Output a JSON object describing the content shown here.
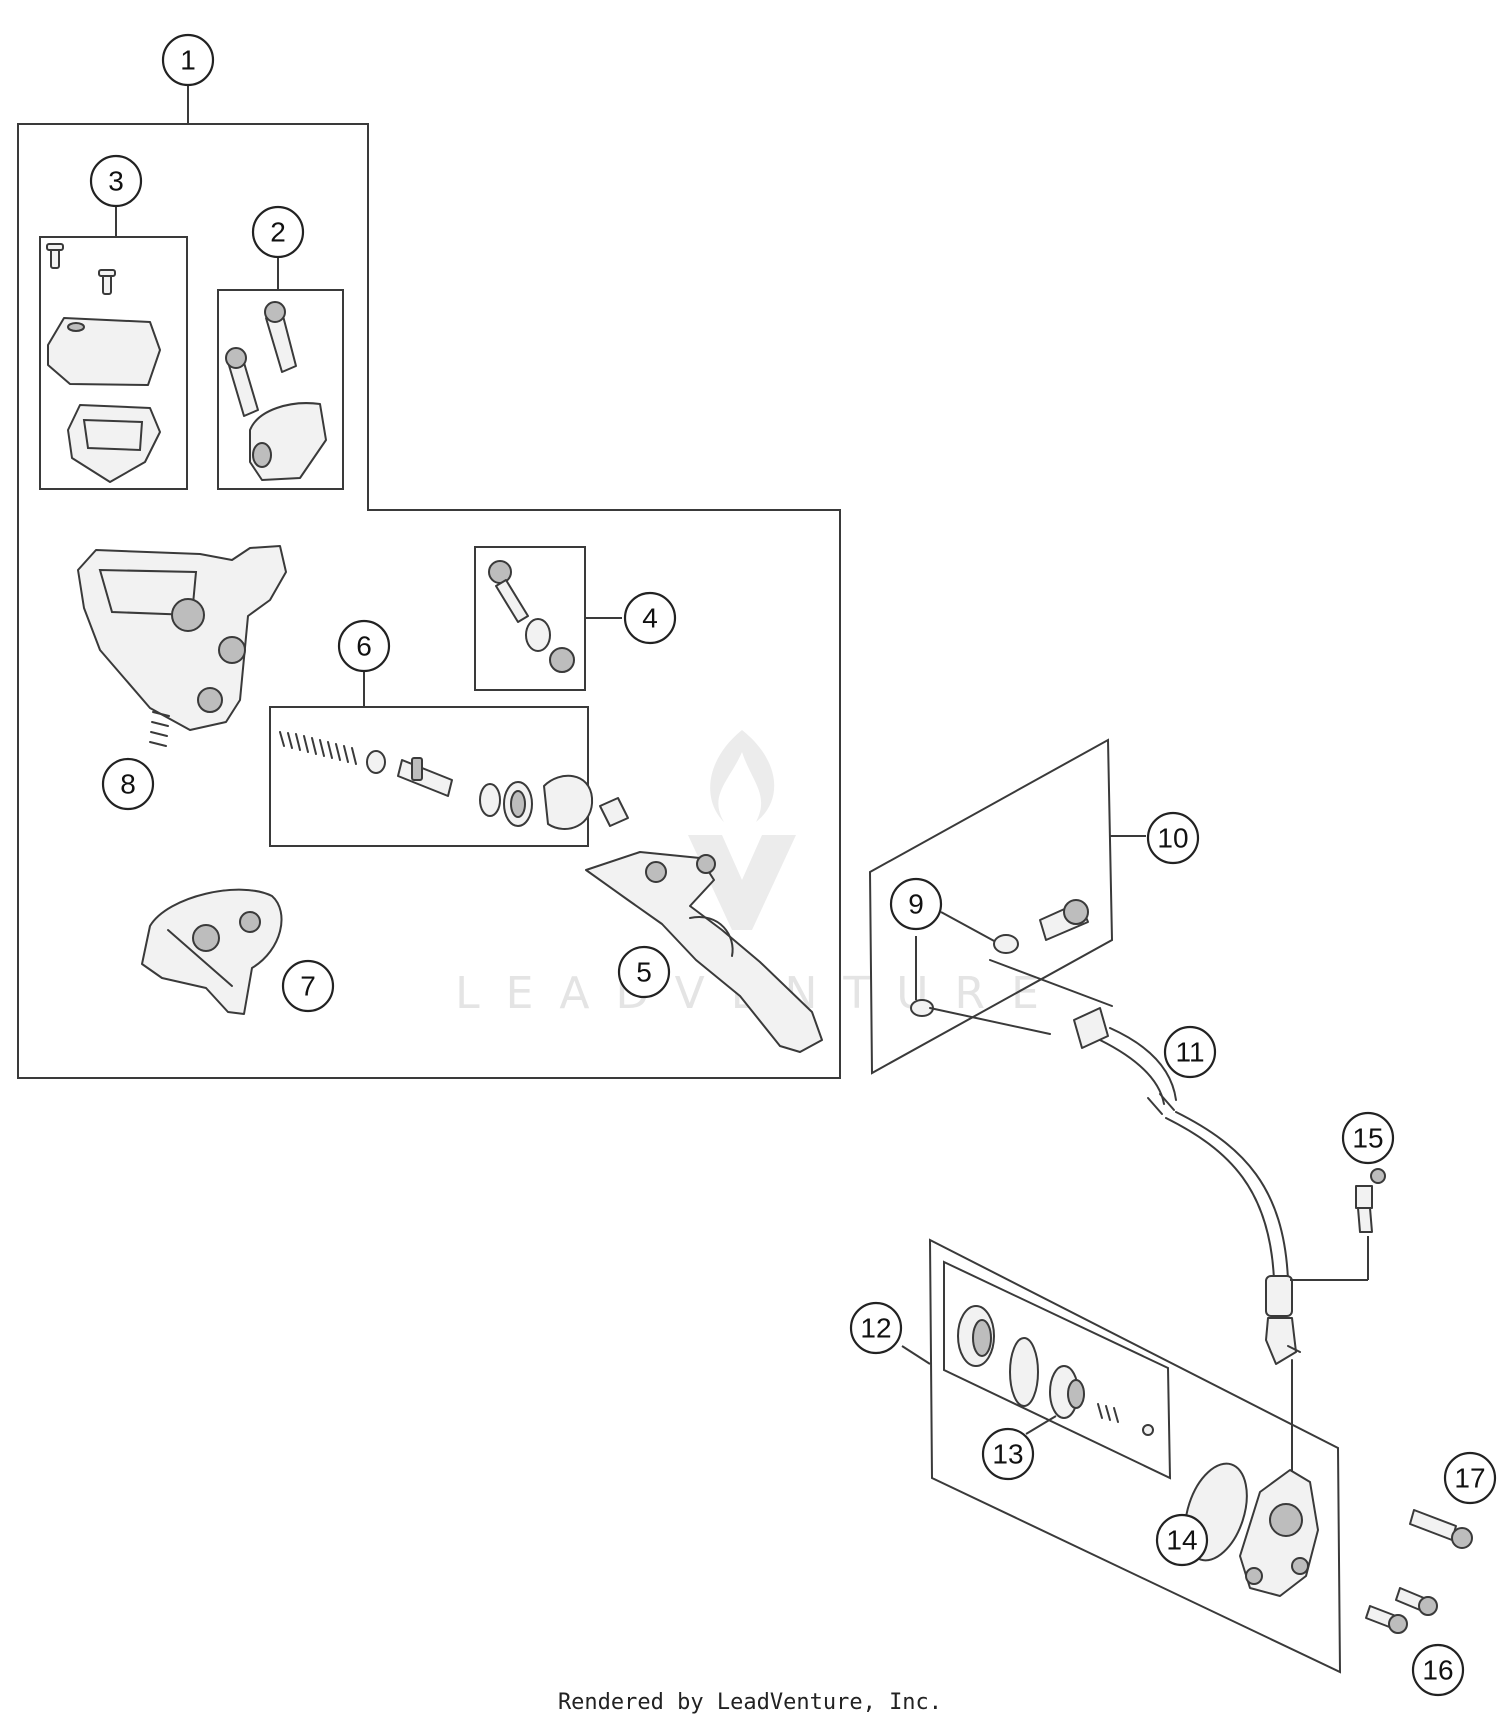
{
  "diagram": {
    "callouts": [
      "1",
      "2",
      "3",
      "4",
      "5",
      "6",
      "7",
      "8",
      "9",
      "10",
      "11",
      "12",
      "13",
      "14",
      "15",
      "16",
      "17"
    ],
    "watermark": "LEADVENTURE",
    "footer": "Rendered by LeadVenture, Inc."
  }
}
